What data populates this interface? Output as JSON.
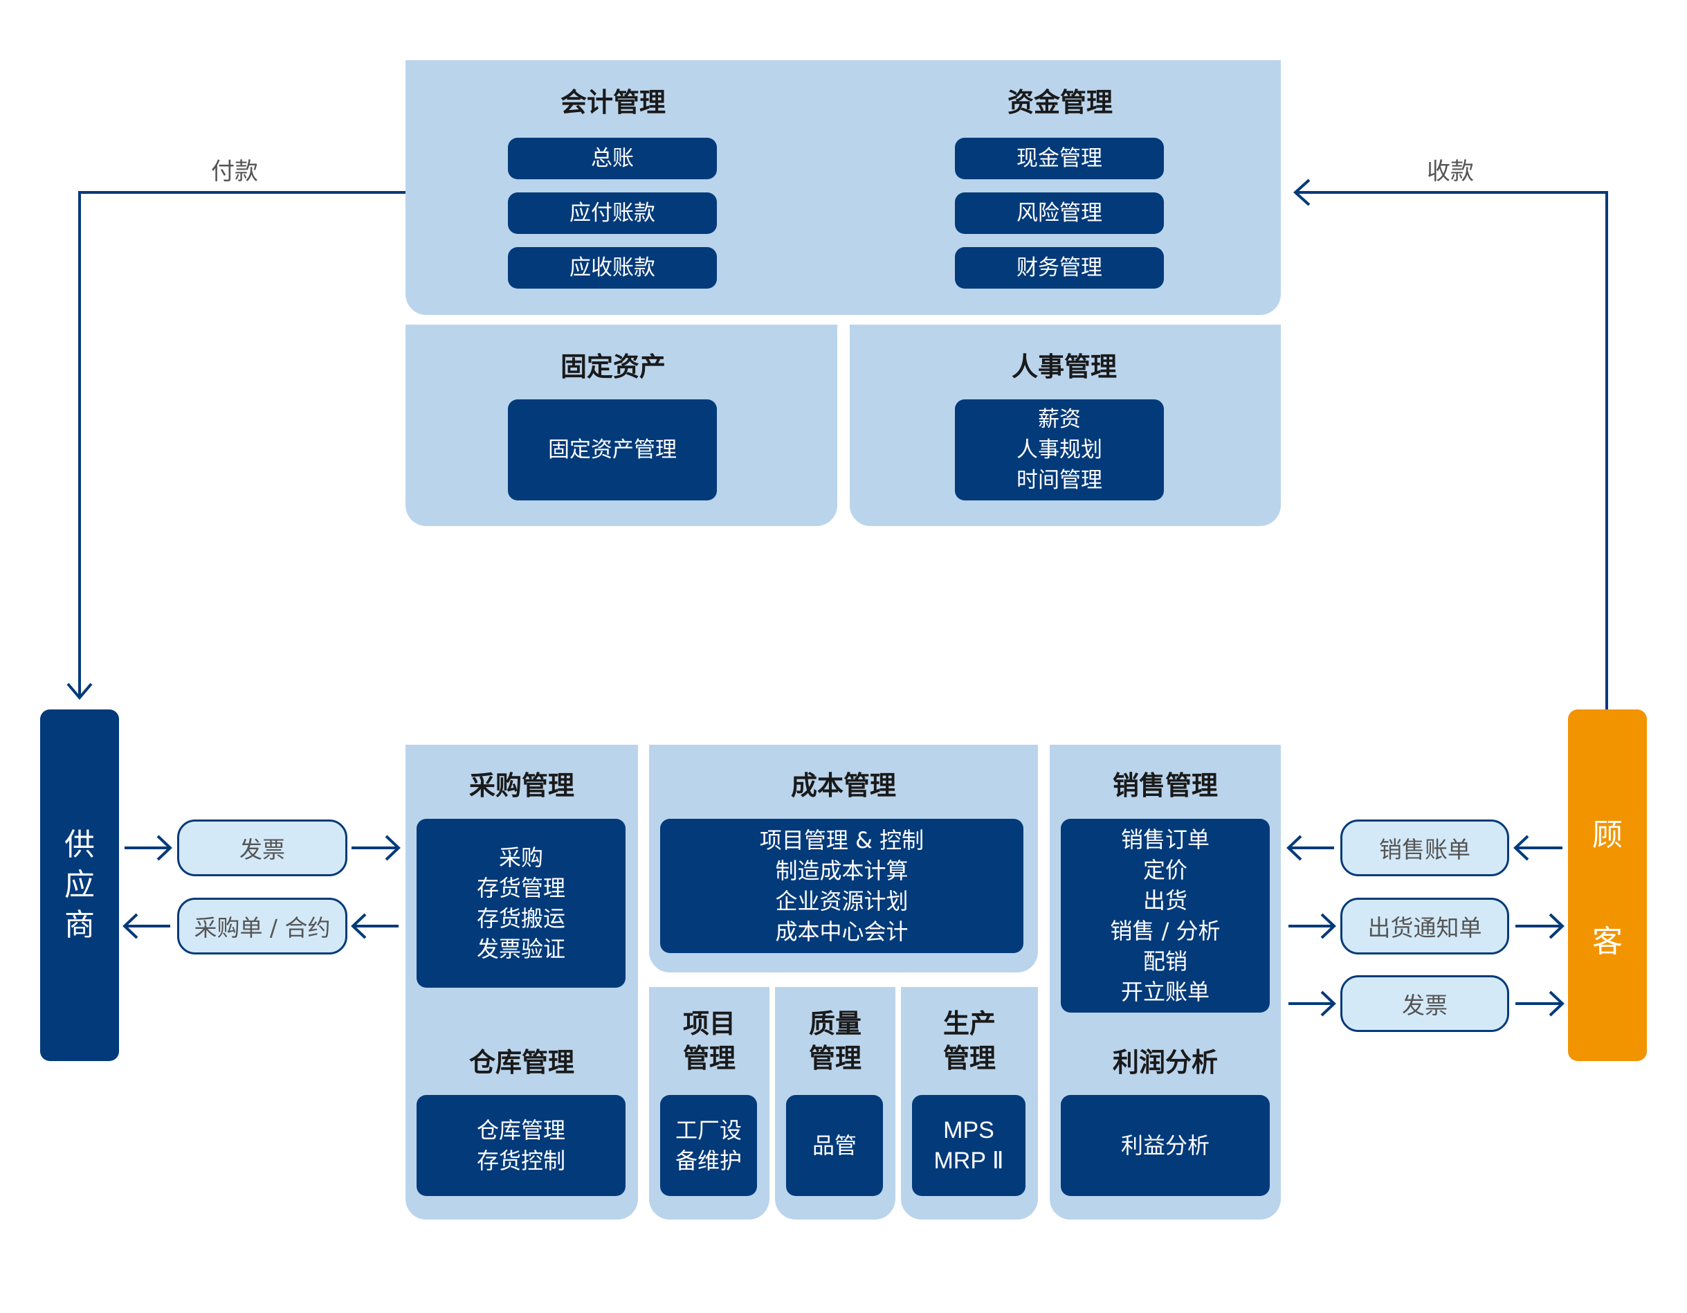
{
  "colors": {
    "panel": "#bad4ec",
    "module": "#033a7a",
    "pill": "#d4e9f8",
    "supplier": "#033a7a",
    "customer": "#f29400",
    "line": "#033a7a"
  },
  "flows": {
    "payment_label": "付款",
    "receipt_label": "收款"
  },
  "supplier": {
    "chars": [
      "供",
      "应",
      "商"
    ]
  },
  "customer": {
    "chars": [
      "顾",
      "客"
    ]
  },
  "supplier_docs": [
    {
      "label": "发票",
      "direction": "to-erp"
    },
    {
      "label": "采购单 / 合约",
      "direction": "to-supplier"
    }
  ],
  "customer_docs": [
    {
      "label": "销售账单",
      "direction": "to-erp"
    },
    {
      "label": "出货通知单",
      "direction": "to-customer"
    },
    {
      "label": "发票",
      "direction": "to-customer"
    }
  ],
  "finance": {
    "accounting": {
      "title": "会计管理",
      "items": [
        "总账",
        "应付账款",
        "应收账款"
      ]
    },
    "treasury": {
      "title": "资金管理",
      "items": [
        "现金管理",
        "风险管理",
        "财务管理"
      ]
    }
  },
  "fixed_assets": {
    "title": "固定资产",
    "items": [
      "固定资产管理"
    ]
  },
  "hr": {
    "title": "人事管理",
    "items": [
      "薪资",
      "人事规划",
      "时间管理"
    ]
  },
  "purchasing": {
    "title": "采购管理",
    "items": [
      "采购",
      "存货管理",
      "存货搬运",
      "发票验证"
    ]
  },
  "warehouse": {
    "title": "仓库管理",
    "items": [
      "仓库管理",
      "存货控制"
    ]
  },
  "costing": {
    "title": "成本管理",
    "items": [
      "项目管理 & 控制",
      "制造成本计算",
      "企业资源计划",
      "成本中心会计"
    ]
  },
  "project": {
    "title_lines": [
      "项目",
      "管理"
    ],
    "items": [
      "工厂设",
      "备维护"
    ]
  },
  "quality": {
    "title_lines": [
      "质量",
      "管理"
    ],
    "items": [
      "品管"
    ]
  },
  "production": {
    "title_lines": [
      "生产",
      "管理"
    ],
    "items": [
      "MPS",
      "MRP Ⅱ"
    ]
  },
  "sales": {
    "title": "销售管理",
    "items": [
      "销售订单",
      "定价",
      "出货",
      "销售 / 分析",
      "配销",
      "开立账单"
    ]
  },
  "profit": {
    "title": "利润分析",
    "items": [
      "利益分析"
    ]
  }
}
